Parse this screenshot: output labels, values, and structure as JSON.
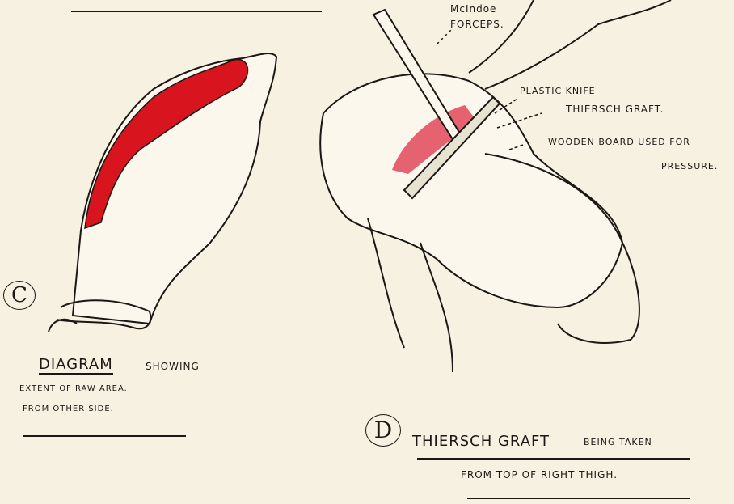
{
  "panel_c": {
    "marker": "C",
    "caption_title": "Diagram",
    "caption_word": "showing",
    "caption_line2": "Extent of raw area.",
    "caption_line3": "From other side."
  },
  "panel_d": {
    "marker": "D",
    "labels": {
      "forceps_line1": "McIndoe",
      "forceps_line2": "Forceps.",
      "knife": "Plastic knife",
      "graft": "Thiersch graft.",
      "board_line1": "Wooden board used for",
      "board_line2": "pressure."
    },
    "caption_title": "Thiersch graft",
    "caption_rest": "being taken",
    "caption_line2": "From top of right thigh."
  },
  "colors": {
    "paper": "#f7f1e1",
    "ink": "#1a1714",
    "raw_area": "#d8141f"
  }
}
